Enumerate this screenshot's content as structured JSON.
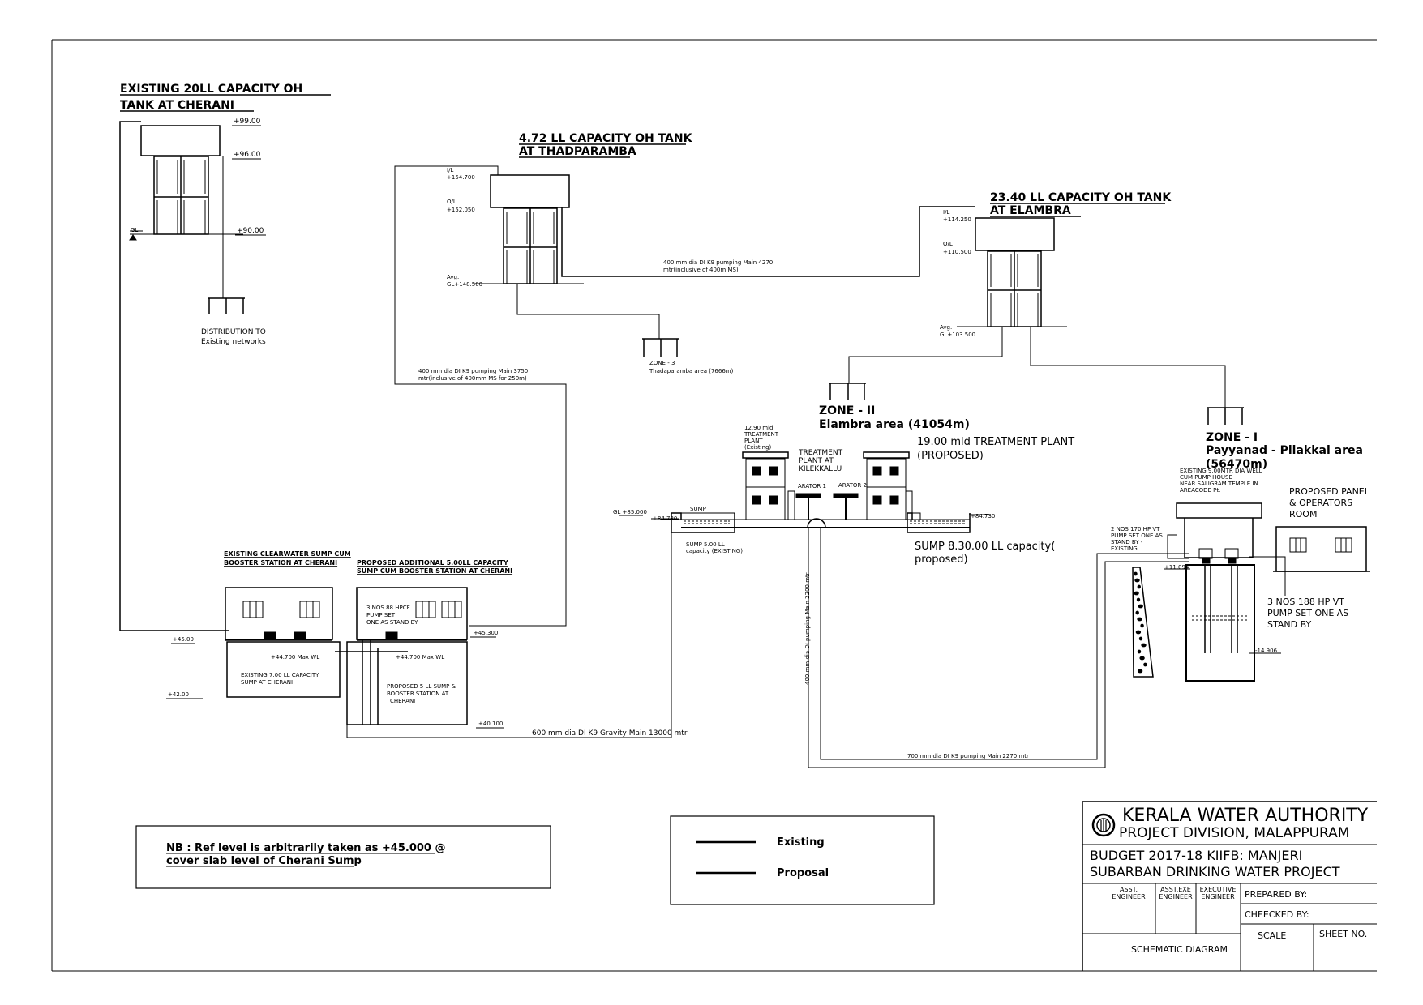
{
  "tanks": {
    "cherani": {
      "title1": "EXISTING 20LL CAPACITY OH",
      "title2": "TANK AT CHERANI",
      "lvl_top": "+99.00",
      "lvl_mid": "+96.00",
      "lvl_gl": "+90.00",
      "gl": "GL",
      "dist1": "DISTRIBUTION TO",
      "dist2": "Existing networks"
    },
    "thadparamba": {
      "title1": "4.72 LL CAPACITY OH TANK",
      "title2": "AT THADPARAMBA",
      "il": "I/L",
      "il_lvl": "+154.700",
      "ol": "O/L",
      "ol_lvl": "+152.050",
      "avg": "Avg.",
      "gl": "GL+148.500",
      "zone1": "ZONE - 3",
      "zone2": "Thadaparamba area (7666m)"
    },
    "elambra": {
      "title1": "23.40 LL CAPACITY OH TANK",
      "title2": "AT ELAMBRA",
      "il": "I/L",
      "il_lvl": "+114.250",
      "ol": "O/L",
      "ol_lvl": "+110.500",
      "avg": "Avg.",
      "gl": "GL+103.500"
    }
  },
  "zones": {
    "zone2_title": "ZONE - II",
    "zone2_area": "Elambra area (41054m)",
    "zone1_title": "ZONE - I",
    "zone1_area": "Payyanad - Pilakkal area",
    "zone1_len": "(56470m)"
  },
  "pipes": {
    "thad_elambra1": "400 mm dia DI K9 pumping Main 4270",
    "thad_elambra2": "mtr(inclusive of 400m MS)",
    "cherani_thad1": "400 mm dia DI K9 pumping Main 3750",
    "cherani_thad2": "mtr(inclusive of 400mm MS for 250m)",
    "gravity": "600 mm dia DI K9 Gravity Main 13000 mtr",
    "pump_700": "700 mm dia DI K9 pumping Main 2270 mtr",
    "vertical": "400 mm dia DI pumping Main 2200 mtr"
  },
  "cherani_station": {
    "existing_title1": "EXISTING CLEARWATER SUMP CUM",
    "existing_title2": "BOOSTER STATION AT CHERANI",
    "proposed_title1": "PROPOSED ADDITIONAL 5.00LL CAPACITY",
    "proposed_title2": "SUMP CUM BOOSTER STATION AT CHERANI",
    "pump1": "3 NOS 88 HPCF",
    "pump2": "PUMP SET",
    "pump3": "ONE AS STAND BY",
    "lvl_45": "+45.00",
    "lvl_4530": "+45.300",
    "hwl1": "+44.700 Max WL",
    "hwl2": "+44.700 Max WL",
    "sump_ex1": "EXISTING 7.00 LL CAPACITY",
    "sump_ex2": "SUMP AT CHERANI",
    "sump_pr1": "PROPOSED 5 LL SUMP &",
    "sump_pr2": "BOOSTER STATION AT",
    "sump_pr3": "CHERANI",
    "lvl_42": "+42.00",
    "lvl_40": "+40.100"
  },
  "tp": {
    "existing1": "12.90 mld",
    "existing2": "TREATMENT",
    "existing3": "PLANT",
    "existing4": "(Existing)",
    "mid1": "TREATMENT",
    "mid2": "PLANT AT",
    "mid3": "KILEKKALLU",
    "ar1": "ARATOR 1",
    "ar2": "ARATOR 2",
    "proposed1": "19.00 mld TREATMENT PLANT",
    "proposed2": "(PROPOSED)",
    "gl": "GL +85.000",
    "lvl_847": "+84.730",
    "lvl_847r": "+84.730",
    "sump": "SUMP",
    "sump_ex1": "SUMP 5.00 LL",
    "sump_ex2": "capacity (EXISTING)",
    "sump_pr1": "SUMP 8.30.00 LL capacity(",
    "sump_pr2": "proposed)"
  },
  "well": {
    "title1": "EXISTING 9.00MTR DIA WELL",
    "title2": "CUM PUMP HOUSE",
    "title3": "NEAR SALIGRAM TEMPLE IN",
    "title4": "AREACODE Pt.",
    "pumps1": "2 NOS 170 HP VT",
    "pumps2": "PUMP SET ONE AS",
    "pumps3": "STAND BY -",
    "pumps4": "EXISTING",
    "panel1": "PROPOSED PANEL",
    "panel2": "& OPERATORS",
    "panel3": "ROOM",
    "vt1": "3 NOS 188 HP VT",
    "vt2": "PUMP SET ONE AS",
    "vt3": "STAND BY",
    "lvl_top": "+11.094",
    "lvl_bot": "-14.906"
  },
  "note": {
    "line1": "NB : Ref level is arbitrarily taken as +45.000 @",
    "line2": "cover slab level of Cherani Sump"
  },
  "legend": {
    "existing": "Existing",
    "proposal": "Proposal"
  },
  "title_block": {
    "org": "KERALA WATER AUTHORITY",
    "division": "PROJECT DIVISION, MALAPPURAM",
    "budget1": "BUDGET 2017-18   KIIFB: MANJERI",
    "budget2": "SUBARBAN DRINKING WATER  PROJECT",
    "asst1": "ASST.",
    "asst2": "ENGINEER",
    "ae1": "ASST.EXE",
    "ae2": "ENGINEER",
    "ee1": "EXECUTIVE",
    "ee2": "ENGINEER",
    "prepared": "PREPARED BY:",
    "checked": "CHEECKED BY:",
    "scale": "SCALE",
    "sheet": "SHEET NO.",
    "drawing": "SCHEMATIC DIAGRAM"
  }
}
